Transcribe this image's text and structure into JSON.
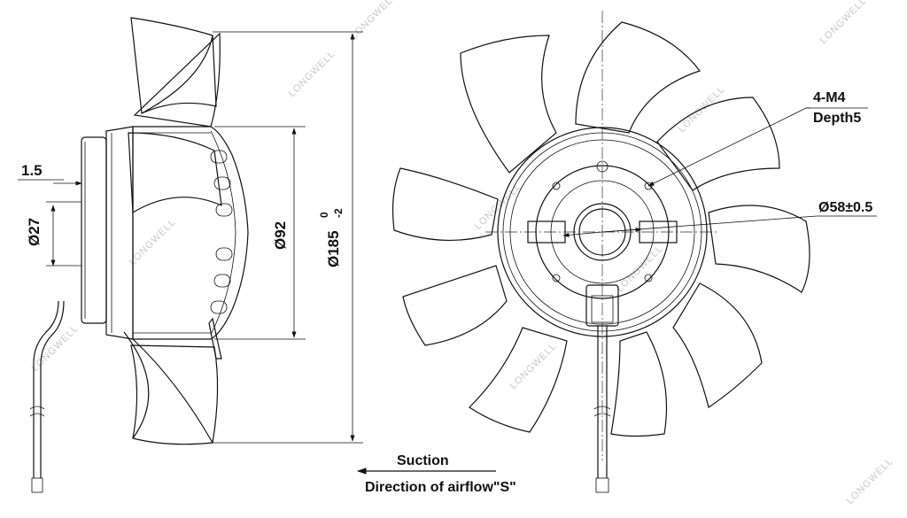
{
  "dimensions": {
    "flange_thickness": "1.5",
    "hub_diameter": "Ø27",
    "motor_diameter": "Ø92",
    "fan_diameter": "Ø185",
    "fan_diameter_tol_upper": "0",
    "fan_diameter_tol_lower": "-2",
    "mount_holes": "4-M4",
    "mount_depth": "Depth5",
    "bolt_circle": "Ø58±0.5"
  },
  "airflow": {
    "label": "Suction",
    "direction": "Direction of airflow\"S\""
  },
  "watermark": "LONGWELL",
  "colors": {
    "line": "#111111",
    "watermark": "#c8c8c8"
  }
}
